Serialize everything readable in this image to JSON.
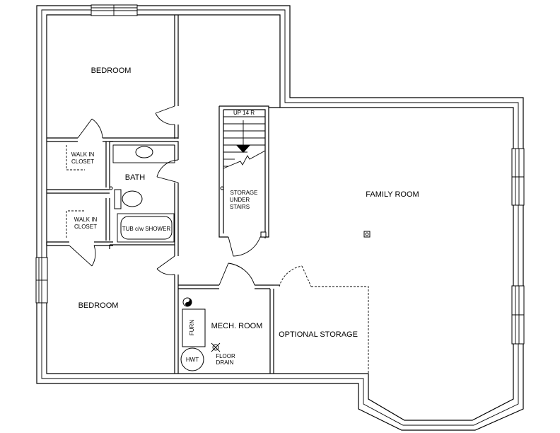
{
  "rooms": {
    "bedroom_top": "BEDROOM",
    "bedroom_bottom": "BEDROOM",
    "walk_in_closet_top": [
      "WALK IN",
      "CLOSET"
    ],
    "walk_in_closet_bottom": [
      "WALK IN",
      "CLOSET"
    ],
    "bath": "BATH",
    "tub": "TUB c/w SHOWER",
    "stairs": "UP 14 R",
    "storage_under_stairs": [
      "STORAGE",
      "UNDER",
      "STAIRS"
    ],
    "family_room": "FAMILY ROOM",
    "mech_room": "MECH. ROOM",
    "furnace": "FURN",
    "hot_water_tank": "HWT",
    "floor_drain": [
      "FLOOR",
      "DRAIN"
    ],
    "optional_storage": "OPTIONAL STORAGE"
  }
}
